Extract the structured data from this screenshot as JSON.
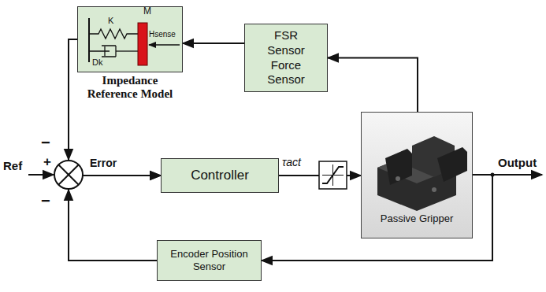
{
  "diagram": {
    "nodes": [
      {
        "text": [
          "Impedance Reference Model"
        ]
      },
      {
        "text": [
          "FSR Sensor Force Sensor"
        ]
      },
      {
        "text": [
          "Controller"
        ]
      },
      {
        "text": [
          "Passive Gripper"
        ]
      },
      {
        "text": [
          "Encoder Position Sensor"
        ]
      }
    ],
    "edges": [
      {
        "from": 1,
        "to": 0,
        "arrow": "to"
      },
      {
        "from": 3,
        "to": 1,
        "arrow": "to"
      },
      {
        "from": 0,
        "to": 2,
        "arrow": "to"
      },
      {
        "from": 4,
        "to": 2,
        "arrow": "to"
      },
      {
        "from": 2,
        "to": 3,
        "arrow": "to"
      },
      {
        "from": 3,
        "to": 4,
        "arrow": "to"
      }
    ],
    "labels": [
      "K",
      "Dk",
      "M",
      "Hsense",
      "Ref",
      "+",
      "−",
      "−",
      "Error",
      "τact",
      "Output"
    ]
  }
}
